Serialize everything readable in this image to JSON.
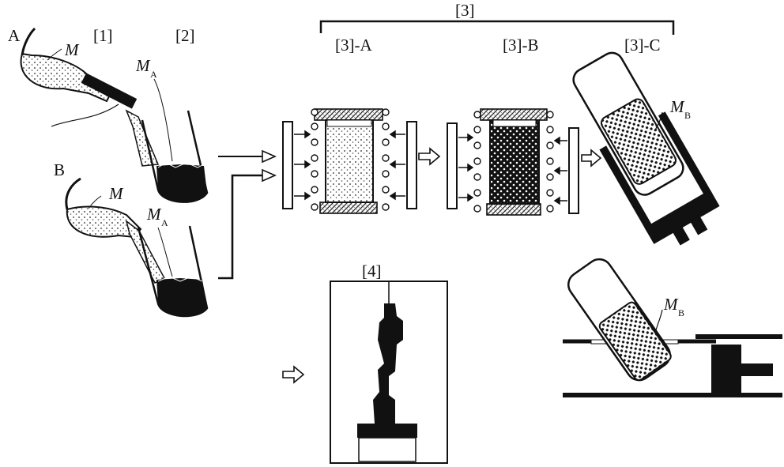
{
  "labels": {
    "A": "A",
    "B": "B",
    "step1": "[1]",
    "step2": "[2]",
    "step3": "[3]",
    "step3a": "[3]-A",
    "step3b": "[3]-B",
    "step3c": "[3]-C",
    "step4": "[4]",
    "m": "M",
    "ma_main": "M",
    "ma_sub": "A",
    "mb_main": "M",
    "mb_sub": "B"
  }
}
